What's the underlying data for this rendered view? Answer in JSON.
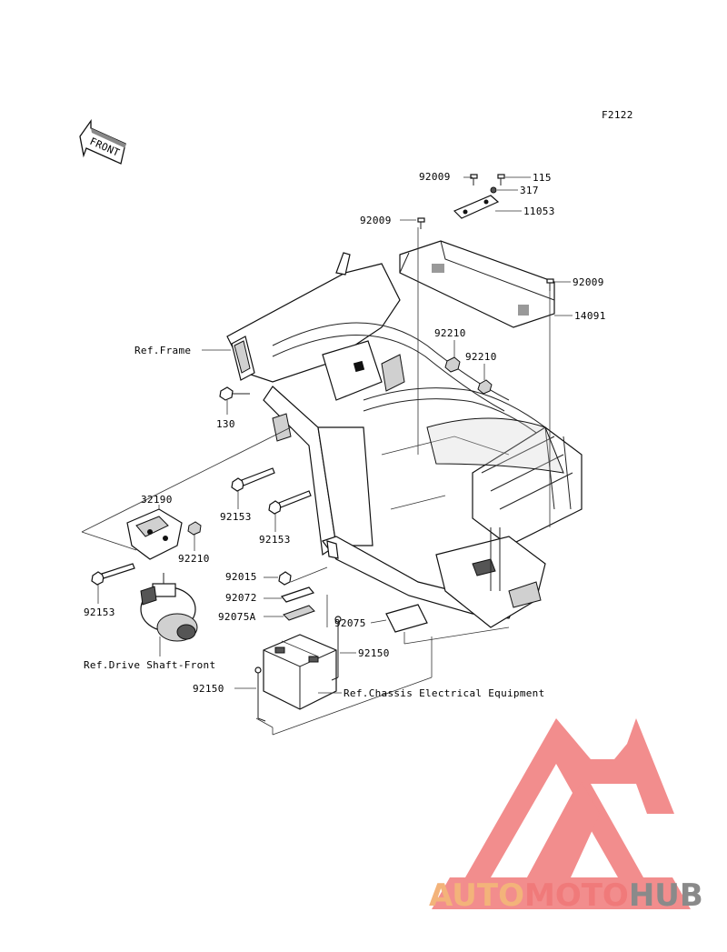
{
  "figure_code": "F2122",
  "front_arrow": {
    "label": "FRONT",
    "icon": "front-direction-arrow-icon"
  },
  "callouts": [
    {
      "id": "c-92009-a",
      "text": "92009"
    },
    {
      "id": "c-115",
      "text": "115"
    },
    {
      "id": "c-317",
      "text": "317"
    },
    {
      "id": "c-92009-b",
      "text": "92009"
    },
    {
      "id": "c-11053",
      "text": "11053"
    },
    {
      "id": "c-92009-c",
      "text": "92009"
    },
    {
      "id": "c-14091",
      "text": "14091"
    },
    {
      "id": "c-92210-a",
      "text": "92210"
    },
    {
      "id": "c-92210-b",
      "text": "92210"
    },
    {
      "id": "c-ref-frame",
      "text": "Ref.Frame"
    },
    {
      "id": "c-130",
      "text": "130"
    },
    {
      "id": "c-32190",
      "text": "32190"
    },
    {
      "id": "c-92210-c",
      "text": "92210"
    },
    {
      "id": "c-92153-a",
      "text": "92153"
    },
    {
      "id": "c-92153-b",
      "text": "92153"
    },
    {
      "id": "c-92153-c",
      "text": "92153"
    },
    {
      "id": "c-92015",
      "text": "92015"
    },
    {
      "id": "c-92072",
      "text": "92072"
    },
    {
      "id": "c-92075A",
      "text": "92075A"
    },
    {
      "id": "c-92075",
      "text": "92075"
    },
    {
      "id": "c-92150-a",
      "text": "92150"
    },
    {
      "id": "c-92150-b",
      "text": "92150"
    },
    {
      "id": "c-ref-drive",
      "text": "Ref.Drive Shaft-Front"
    },
    {
      "id": "c-ref-chassis",
      "text": "Ref.Chassis Electrical Equipment"
    }
  ],
  "watermark": {
    "part1": "AUTO",
    "part2": "MOTO",
    "part3": "HUB",
    "color_auto": "#f3b37a",
    "color_moto": "#f07a7a",
    "color_hub": "#8a8a8a",
    "logo_color": "#f07a7a"
  }
}
